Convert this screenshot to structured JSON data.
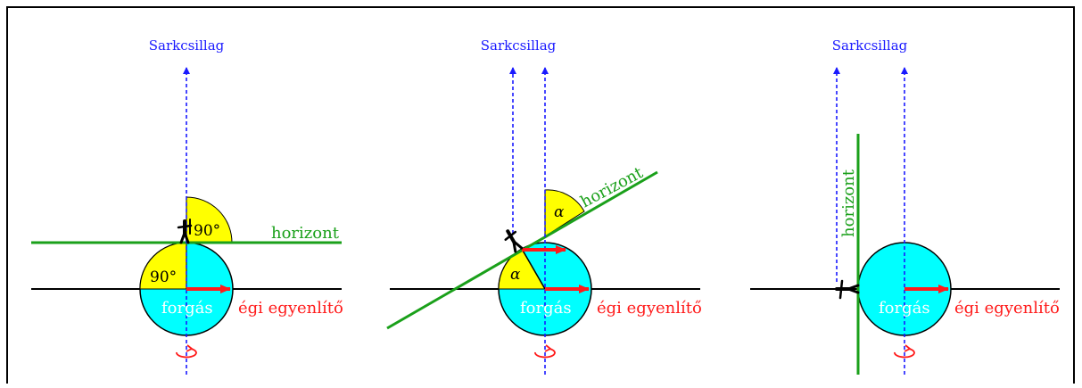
{
  "labels": {
    "polaris": "Sarkcsillag",
    "horizon": "horizont",
    "rotation": "forgás",
    "celestial_equator": "égi egyenlítő",
    "right_angle": "90°",
    "alpha": "α"
  },
  "colors": {
    "earth": "#00ffff",
    "angle_fill": "#ffff00",
    "horizon": "#1aa01a",
    "equator_arrow": "#ff1a1a",
    "polaris_axis": "#1a1aff",
    "frame": "#000000"
  },
  "panels": [
    {
      "polaris_label": "Sarkcsillag",
      "horizon_label": "horizont",
      "rotation_label": "forgás",
      "equator_label": "égi egyenlítő",
      "observer_angle_label": "90°",
      "center_angle_label": "90°"
    },
    {
      "polaris_label": "Sarkcsillag",
      "horizon_label": "horizont",
      "rotation_label": "forgás",
      "equator_label": "égi egyenlítő",
      "observer_angle_label": "α",
      "center_angle_label": "α"
    },
    {
      "polaris_label": "Sarkcsillag",
      "horizon_label": "horizont",
      "rotation_label": "forgás",
      "equator_label": "égi egyenlítő"
    }
  ]
}
